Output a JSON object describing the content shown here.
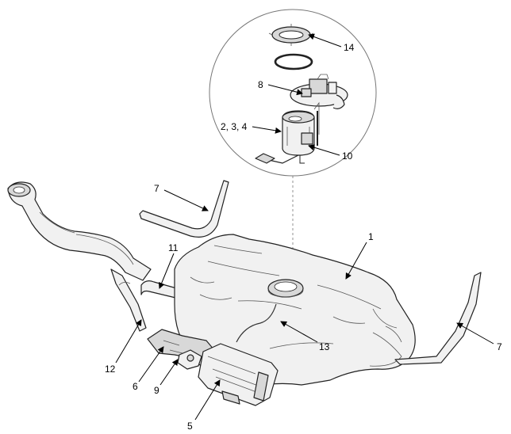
{
  "callouts": {
    "c1": "1",
    "c234": "2, 3, 4",
    "c5": "5",
    "c6": "6",
    "c7a": "7",
    "c7b": "7",
    "c8": "8",
    "c9": "9",
    "c10": "10",
    "c11": "11",
    "c12": "12",
    "c13": "13",
    "c14": "14"
  }
}
